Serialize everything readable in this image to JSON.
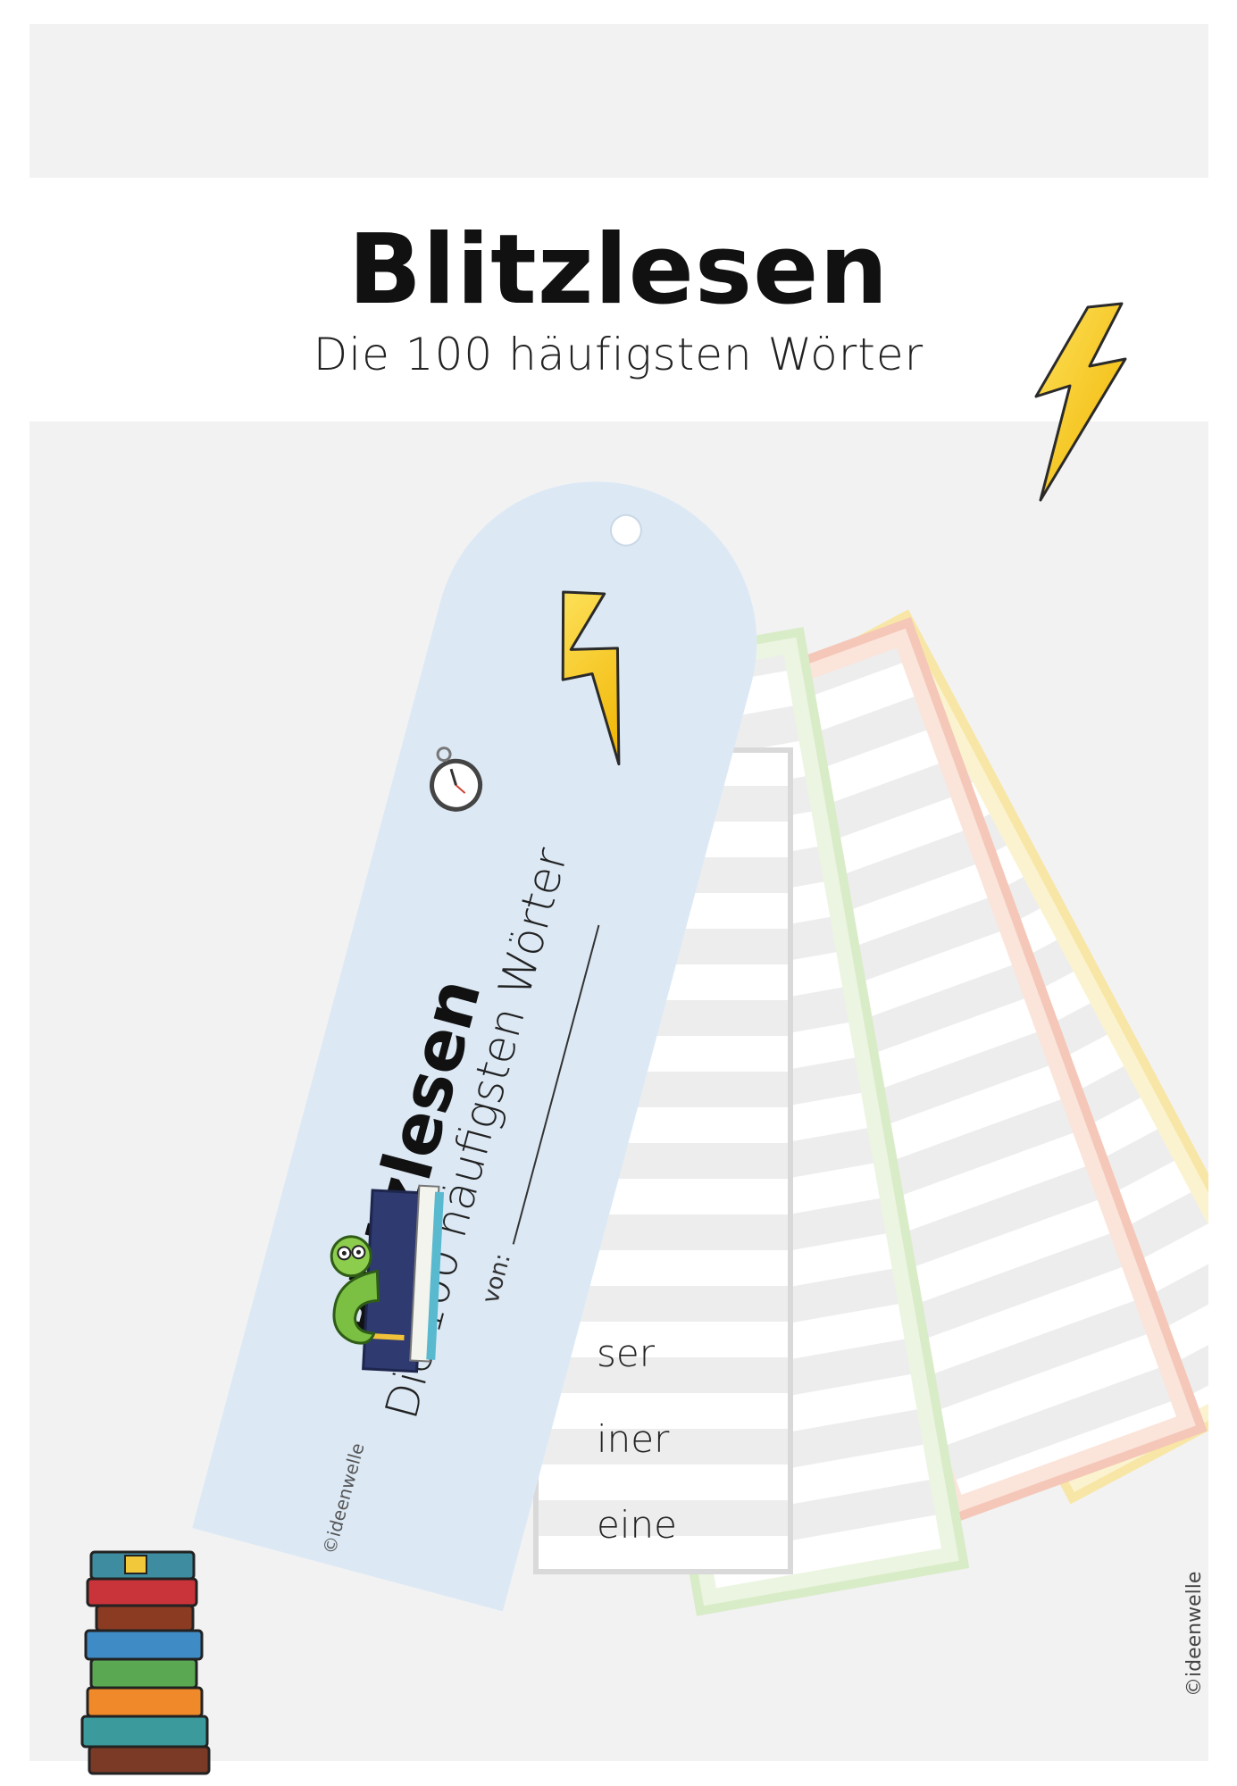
{
  "header": {
    "title": "Blitzlesen",
    "subtitle": "Die 100 häufigsten Wörter"
  },
  "bookmark": {
    "title": "Blitzlesen",
    "subtitle": "Die 100 häufigsten Wörter",
    "owner_label": "von:",
    "copyright": "©ideenwelle"
  },
  "word_card": {
    "visible_words": [
      "ser",
      "iner",
      "eine"
    ]
  },
  "footer": {
    "copyright": "©ideenwelle"
  },
  "icons": [
    "lightning-bolt-icon",
    "stopwatch-icon",
    "bookworm-icon",
    "book-stack-icon"
  ],
  "colors": {
    "bookmark_blue": "#dce9f5",
    "card_green": "#d9ecc8",
    "card_red": "#f4c7b8",
    "card_yellow": "#f8e6a6",
    "bolt_yellow": "#f6c615"
  }
}
